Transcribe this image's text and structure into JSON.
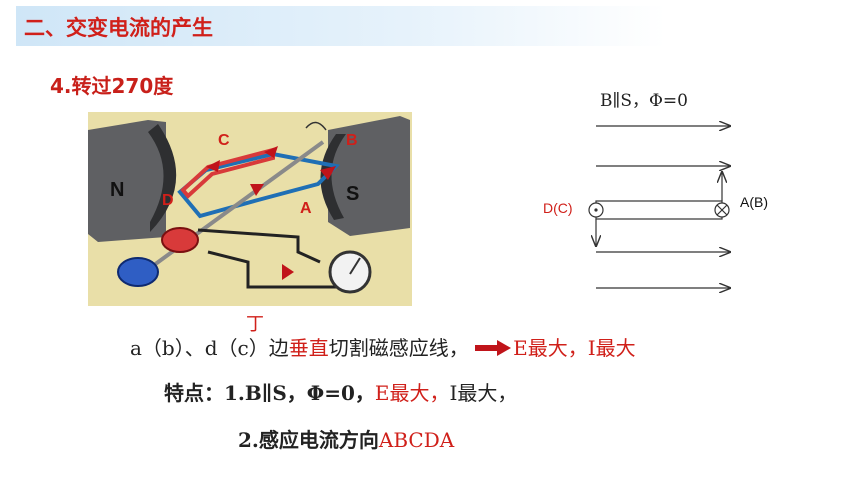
{
  "header": {
    "title": "二、交变电流的产生"
  },
  "section": {
    "subtitle": "4.转过270度"
  },
  "figure": {
    "labels": {
      "c": "C",
      "b": "B",
      "d": "D",
      "a": "A",
      "n": "N",
      "s": "S"
    },
    "annotation": "丁"
  },
  "diagram": {
    "caption": "B∥S，Φ=0",
    "left_label": "D(C)",
    "right_label": "A(B)"
  },
  "text": {
    "line1_a": "a（b）、d（c）边",
    "line1_red": "垂直",
    "line1_b": "切割磁感应线，",
    "line1_result": "E最大，I最大",
    "line2_a": "特点：1.B∥S，Φ=0，",
    "line2_red": "E最大，",
    "line2_b": "I最大，",
    "line3_a": "2.感应电流方向",
    "line3_red": "ABCDA"
  },
  "colors": {
    "accent": "#d0201a",
    "header_bg": "#cfe6f7"
  }
}
